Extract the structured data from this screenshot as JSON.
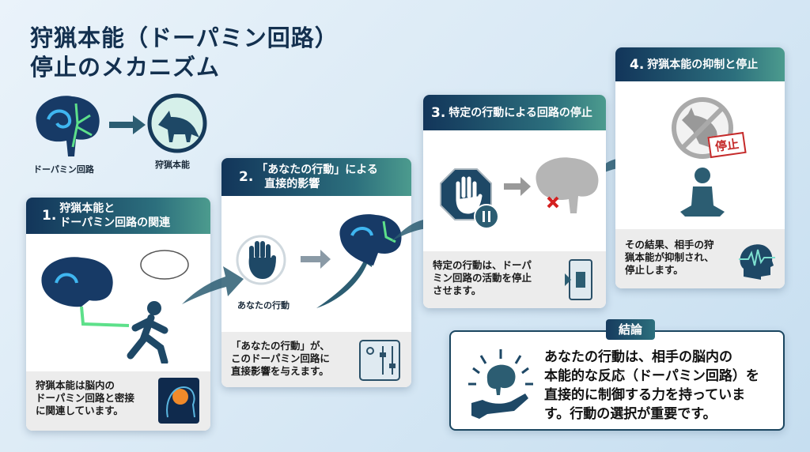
{
  "title": {
    "line1": "狩猟本能（ドーパミン回路）",
    "line2": "停止のメカニズム"
  },
  "intro": {
    "brain_label": "ドーパミン回路",
    "wolf_label": "狩猟本能"
  },
  "cards": [
    {
      "num": "1.",
      "title_l1": "狩猟本能と",
      "title_l2": "ドーパミン回路の関連",
      "text": [
        "狩猟本能は脳内の",
        "ドーパミン回路と密接",
        "に関連しています。"
      ]
    },
    {
      "num": "2.",
      "title_l1": "「あなたの行動」による",
      "title_l2": "直接的影響",
      "icon_label": "あなたの行動",
      "text": [
        "「あなたの行動」が、",
        "このドーパミン回路に",
        "直接影響を与えます。"
      ]
    },
    {
      "num": "3.",
      "title_l1": "特定の行動による回路の停止",
      "text": [
        "特定の行動は、ドーパ",
        "ミン回路の活動を停止",
        "させます。"
      ]
    },
    {
      "num": "4.",
      "title_l1": "狩猟本能の抑制と停止",
      "stamp": "停止",
      "text": [
        "その結果、相手の狩",
        "猟本能が抑制され、",
        "停止します。"
      ]
    }
  ],
  "conclusion": {
    "tag": "結論",
    "text": [
      "あなたの行動は、相手の脳内の",
      "本能的な反応（ドーパミン回路）を",
      "直接的に制御する力を持っていま",
      "す。行動の選択が重要です。"
    ]
  },
  "colors": {
    "navy": "#12355a",
    "teal": "#2c6f7d",
    "red": "#cc2a2a"
  }
}
